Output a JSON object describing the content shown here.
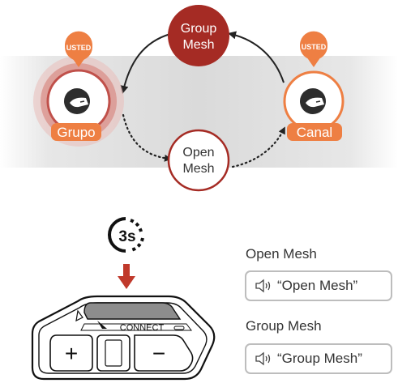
{
  "left_node": {
    "badge": "USTED",
    "label": "Grupo"
  },
  "right_node": {
    "badge": "USTED",
    "label": "Canal"
  },
  "group_mesh_circle": {
    "line1": "Group",
    "line2": "Mesh"
  },
  "open_mesh_circle": {
    "line1": "Open",
    "line2": "Mesh"
  },
  "hold_timer": "3s",
  "device": {
    "brand": "CONNECT",
    "plus_symbol": "+",
    "minus_symbol": "−"
  },
  "callouts": [
    {
      "title": "Open Mesh",
      "voice": "“Open Mesh”"
    },
    {
      "title": "Group Mesh",
      "voice": "“Group Mesh”"
    }
  ],
  "colors": {
    "orange": "#ee7f43",
    "dark_red": "#a52b24",
    "band_gray": "#dadada",
    "helmet": "#2d2d2d"
  },
  "icons": [
    "helmet-icon",
    "speaker-icon",
    "timer-icon",
    "down-arrow-icon"
  ]
}
